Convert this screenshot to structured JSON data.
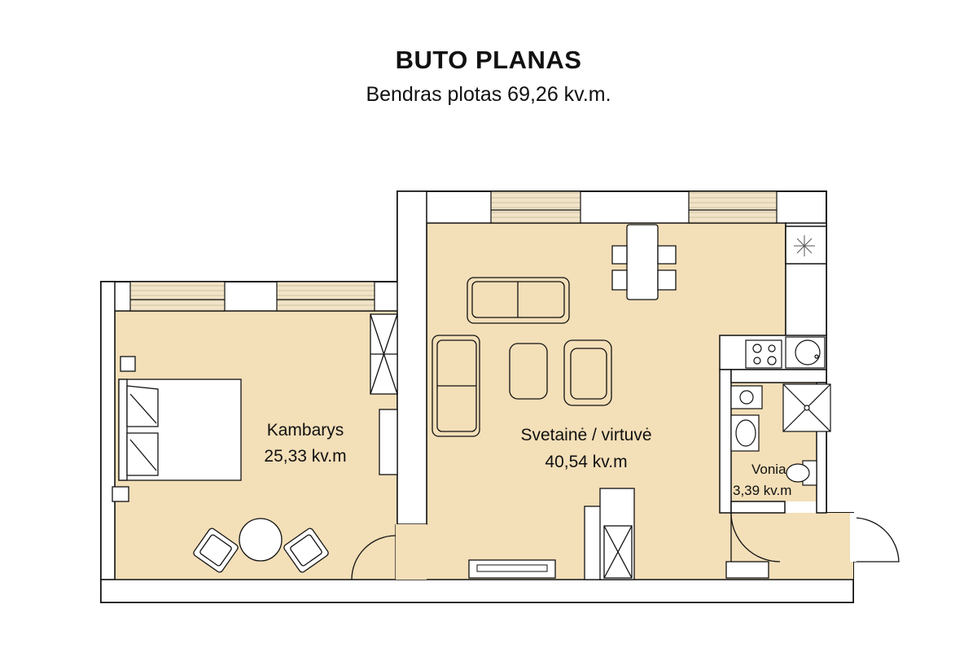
{
  "header": {
    "title": "BUTO PLANAS",
    "subtitle": "Bendras plotas 69,26 kv.m."
  },
  "rooms": [
    {
      "name": "Kambarys",
      "area": "25,33 kv.m"
    },
    {
      "name": "Svetainė / virtuvė",
      "area": "40,54 kv.m"
    },
    {
      "name": "Vonia",
      "area": "3,39 kv.m"
    }
  ],
  "colors": {
    "wall": "#ffffff",
    "wall_outline": "#111111",
    "floor": "#f3dfb8",
    "window_frame": "#efe2c6"
  }
}
